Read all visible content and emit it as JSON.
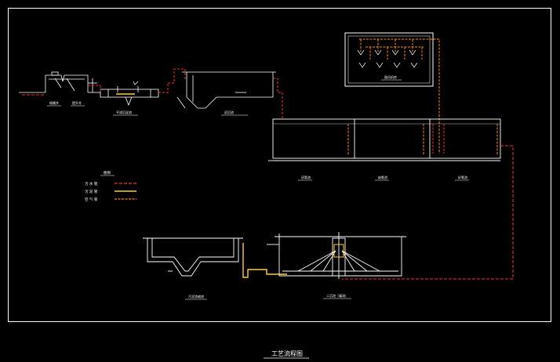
{
  "drawing_title": "工艺流程图",
  "legend": {
    "header": "图例",
    "items": [
      {
        "label": "污 水 管",
        "color": "#ff2a2a"
      },
      {
        "label": "污 泥 管",
        "color": "#ffd21a"
      },
      {
        "label": "空 气 管",
        "color": "#ff8a00"
      }
    ]
  },
  "units": {
    "grid_chamber": "格栅井",
    "lift_well": "提升井",
    "sed_tank_small": "平流沉淀池",
    "sed_tank_primary": "初沉池",
    "aer_a": "厌氧池",
    "aer_b": "缺氧池",
    "aer_c": "好氧池",
    "blower_room": "鼓风机房",
    "sludge_tank": "污泥浓缩池",
    "clarifier": "二沉池（辐流）"
  },
  "colors": {
    "sewage": "#ff2a2a",
    "sludge": "#ffd21a",
    "air": "#ff8a00",
    "structure": "#ffffff"
  }
}
